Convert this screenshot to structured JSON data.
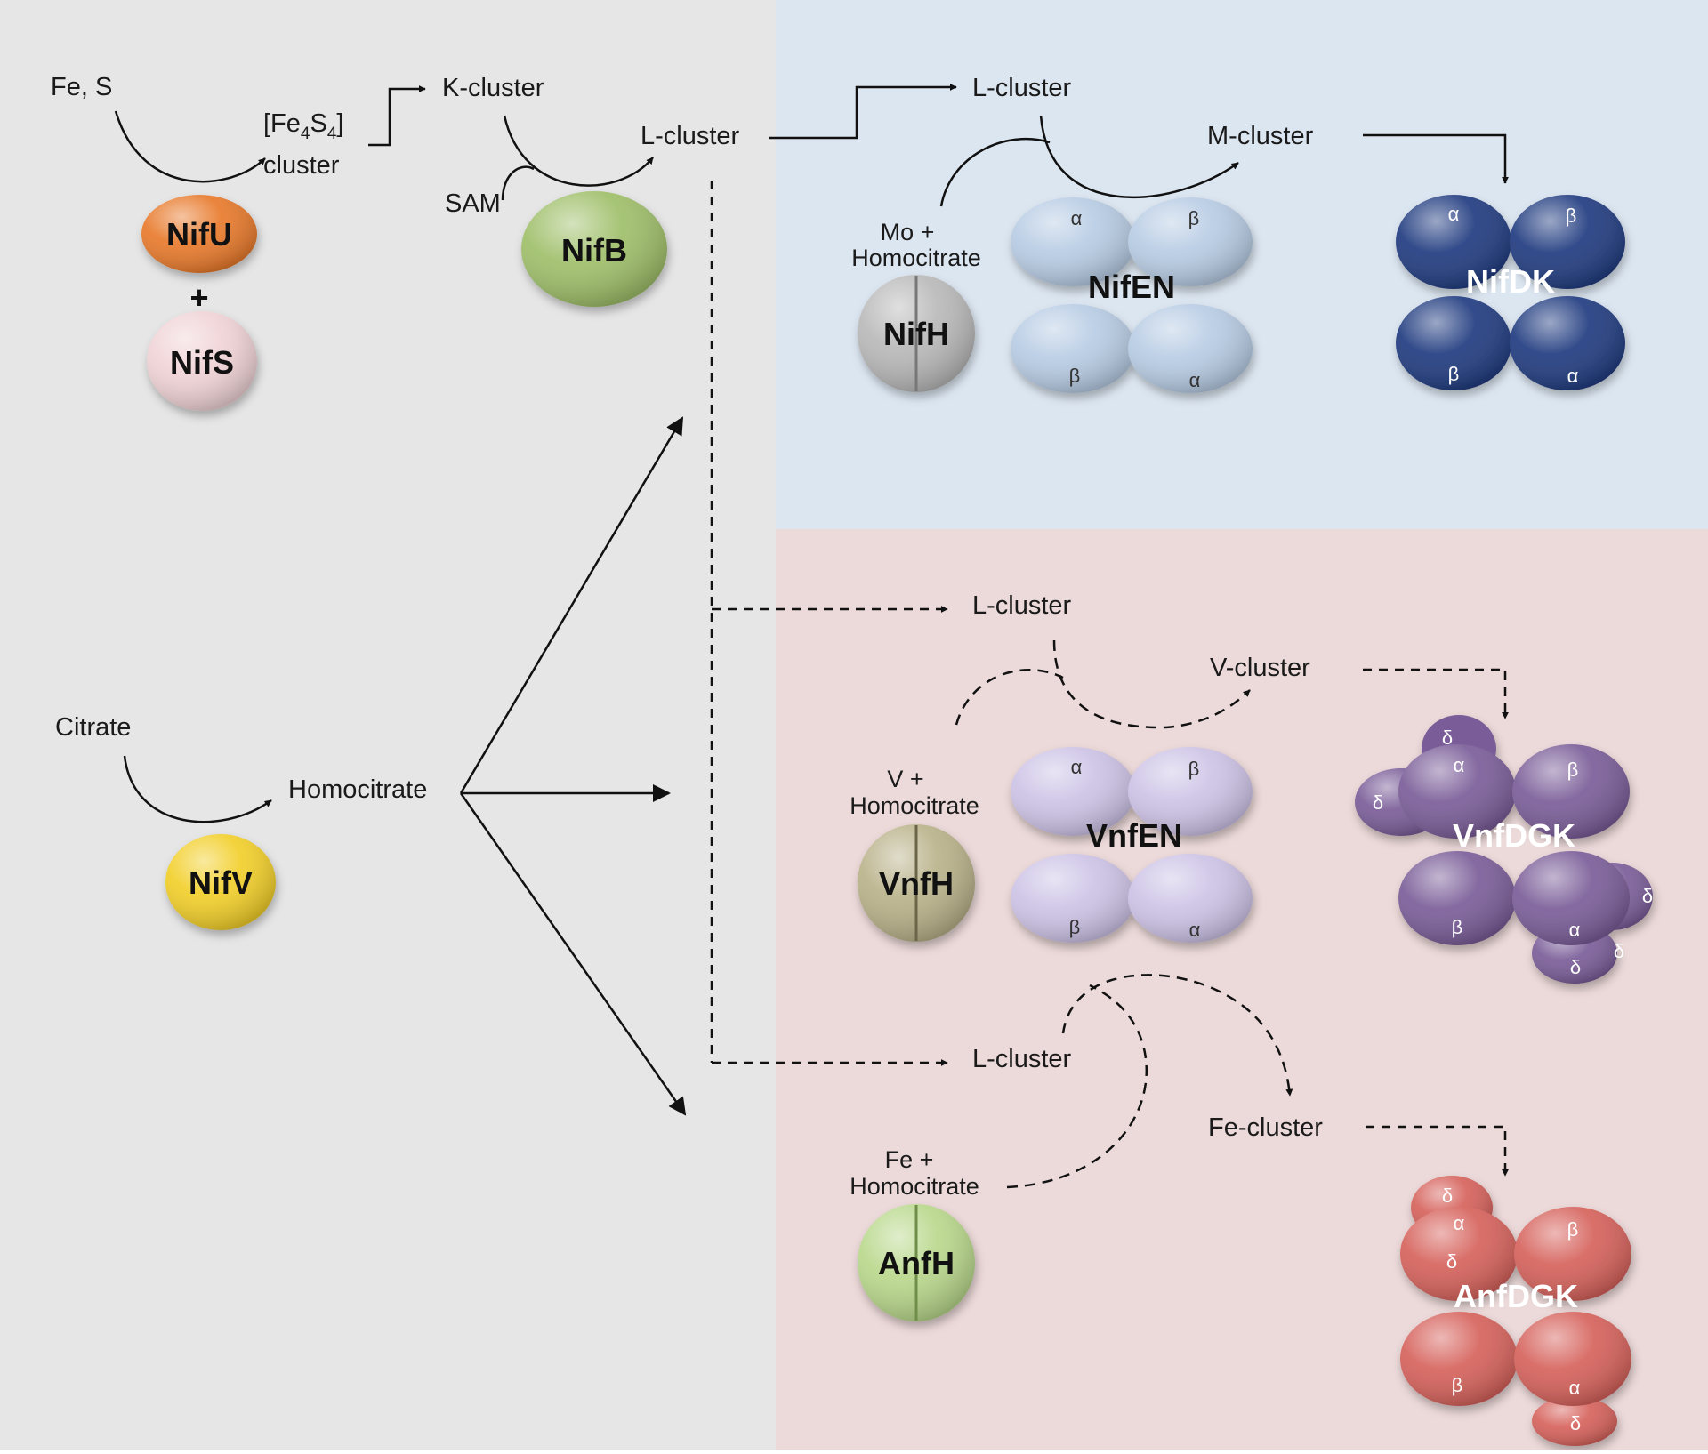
{
  "panels": {
    "left_color": "#e6e6e6",
    "mo_color": "#dce6f1",
    "alt_color": "#ecd9d9"
  },
  "labels": {
    "fe_s": "Fe, S",
    "fe4s4_a": "[Fe",
    "fe4s4_s1": "4",
    "fe4s4_b": "S",
    "fe4s4_s2": "4",
    "fe4s4_c": "]",
    "fe4s4_cluster": "cluster",
    "k_cluster": "K-cluster",
    "sam": "SAM",
    "l_cluster_main": "L-cluster",
    "l_cluster_mo": "L-cluster",
    "m_cluster": "M-cluster",
    "mo_homocitrate_1": "Mo +",
    "mo_homocitrate_2": "Homocitrate",
    "citrate": "Citrate",
    "homocitrate": "Homocitrate",
    "l_cluster_v": "L-cluster",
    "v_cluster": "V-cluster",
    "v_homocitrate_1": "V +",
    "v_homocitrate_2": "Homocitrate",
    "l_cluster_fe": "L-cluster",
    "fe_cluster": "Fe-cluster",
    "fe_homocitrate_1": "Fe +",
    "fe_homocitrate_2": "Homocitrate",
    "plus": "+"
  },
  "proteins": {
    "nifu": {
      "name": "NifU",
      "color": "#e87a2c"
    },
    "nifs": {
      "name": "NifS",
      "color": "#f0d3d6"
    },
    "nifb": {
      "name": "NifB",
      "color": "#9fbf6a"
    },
    "nifv": {
      "name": "NifV",
      "color": "#f2cf2a"
    },
    "nifh": {
      "name": "NifH",
      "color": "#b9b9b9"
    },
    "vnfh": {
      "name": "VnfH",
      "color": "#b9b28a"
    },
    "anfh": {
      "name": "AnfH",
      "color": "#b9d88c"
    },
    "nifen": {
      "name": "NifEN",
      "color": "#b8cce4",
      "alpha": "α",
      "beta": "β"
    },
    "vnfen": {
      "name": "VnfEN",
      "color": "#cdc3e6",
      "alpha": "α",
      "beta": "β"
    },
    "nifdk": {
      "name": "NifDK",
      "color": "#213c80",
      "alpha": "α",
      "beta": "β"
    },
    "vnfdgk": {
      "name": "VnfDGK",
      "color": "#7a5d98",
      "alpha": "α",
      "beta": "β",
      "delta": "δ"
    },
    "anfdgk": {
      "name": "AnfDGK",
      "color": "#d6625c",
      "alpha": "α",
      "beta": "β",
      "delta": "δ"
    }
  }
}
